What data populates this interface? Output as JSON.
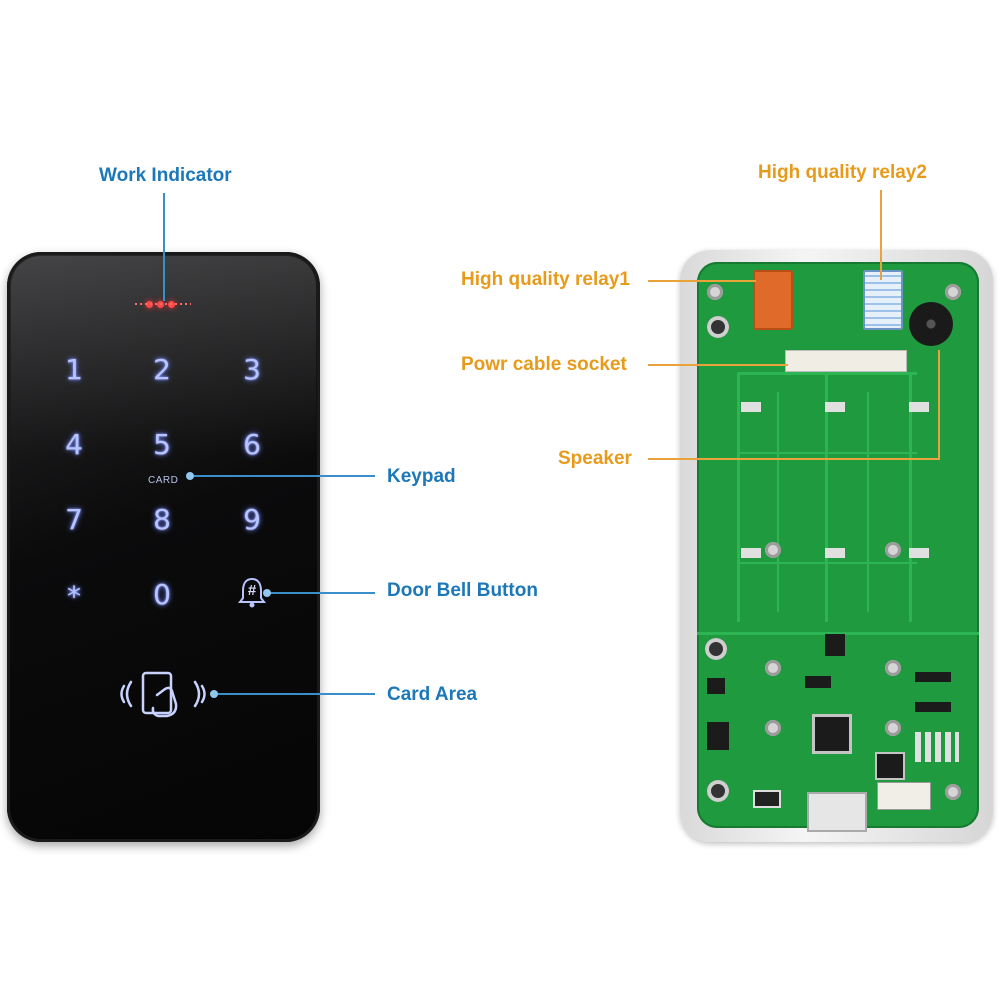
{
  "labels": {
    "work_indicator": "Work Indicator",
    "keypad": "Keypad",
    "door_bell_button": "Door Bell Button",
    "card_area": "Card Area",
    "relay2": "High quality relay2",
    "relay1": "High quality relay1",
    "power_cable_socket": "Powr cable socket",
    "speaker": "Speaker"
  },
  "keys": [
    "1",
    "2",
    "3",
    "4",
    "5",
    "6",
    "7",
    "8",
    "9",
    "*",
    "0",
    "#"
  ],
  "card_key_text": "CARD",
  "colors": {
    "left_labels": "#1c78b8",
    "right_labels": "#e79b1b",
    "pcb_green": "#1f9a3f",
    "key_glow": "#b7c4ff"
  }
}
